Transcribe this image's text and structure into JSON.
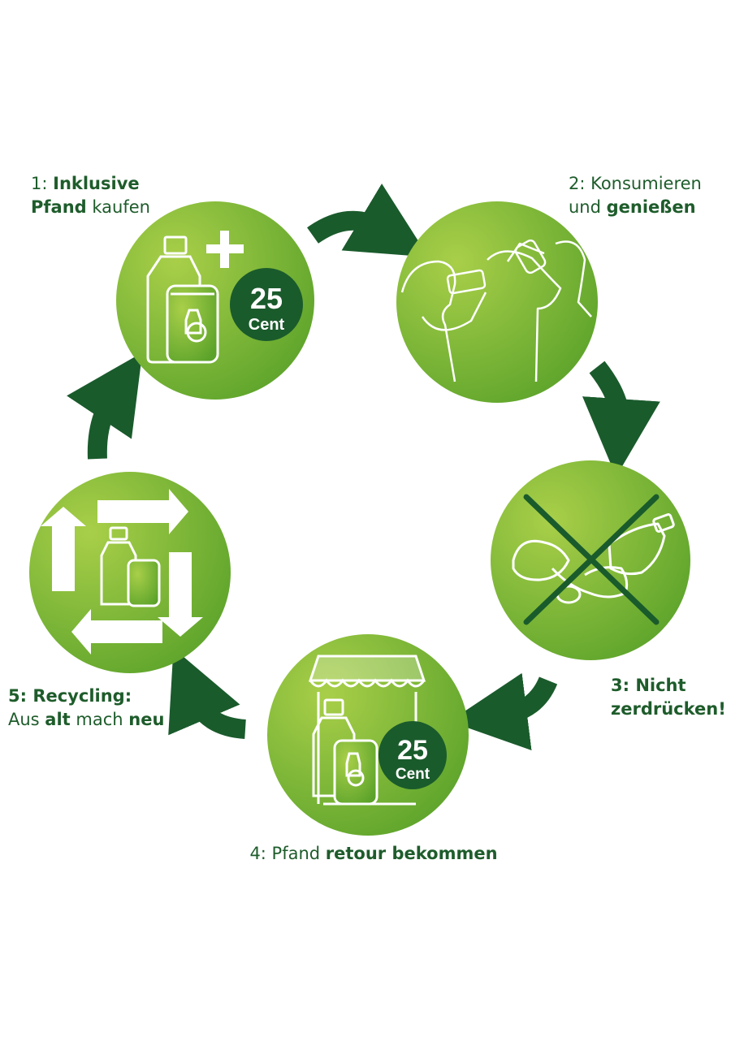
{
  "colors": {
    "dark_green": "#1a5b2c",
    "light_green": "#9cc73f",
    "mid_green": "#5fa52c",
    "white": "#ffffff"
  },
  "steps": [
    {
      "line1": [
        {
          "text": "1: ",
          "bold": false
        },
        {
          "text": "Inklusive",
          "bold": true
        }
      ],
      "line2": [
        {
          "text": "Pfand",
          "bold": true
        },
        {
          "text": " kaufen",
          "bold": false
        }
      ],
      "icon": "bottle-can-plus-deposit-icon",
      "badge_value": "25",
      "badge_unit": "Cent"
    },
    {
      "line1": [
        {
          "text": "2: Konsumieren",
          "bold": false
        }
      ],
      "line2": [
        {
          "text": "und ",
          "bold": false
        },
        {
          "text": "genießen",
          "bold": true
        }
      ],
      "icon": "people-drinking-icon"
    },
    {
      "line1": [
        {
          "text": "3: Nicht",
          "bold": true
        }
      ],
      "line2": [
        {
          "text": "zerdrücken!",
          "bold": true
        }
      ],
      "icon": "crushed-containers-crossed-out-icon"
    },
    {
      "line1": [
        {
          "text": "4: Pfand ",
          "bold": false
        },
        {
          "text": "retour bekommen",
          "bold": true
        }
      ],
      "icon": "shop-bottle-can-deposit-icon",
      "badge_value": "25",
      "badge_unit": "Cent"
    },
    {
      "line1": [
        {
          "text": "5: Recycling:",
          "bold": true
        }
      ],
      "line2": [
        {
          "text": "Aus ",
          "bold": false
        },
        {
          "text": "alt",
          "bold": true
        },
        {
          "text": " mach ",
          "bold": false
        },
        {
          "text": "neu",
          "bold": true
        }
      ],
      "icon": "recycling-arrows-bottle-can-icon"
    }
  ]
}
